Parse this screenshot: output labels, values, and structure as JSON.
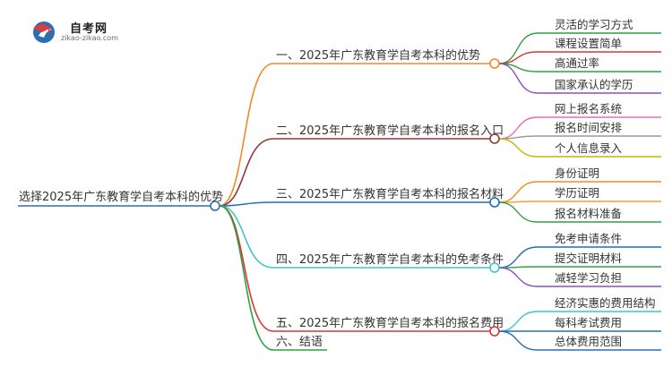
{
  "logo": {
    "name": "自考网",
    "url": "zikao-zikao.com"
  },
  "root": {
    "label": "选择2025年广东教育学自考本科的优势",
    "color": "#2b6fb3"
  },
  "branches": [
    {
      "label": "一、2025年广东教育学自考本科的优势",
      "color": "#f08a24",
      "children": [
        {
          "label": "灵活的学习方式",
          "color": "#2ea043"
        },
        {
          "label": "课程设置简单",
          "color": "#d93636"
        },
        {
          "label": "高通过率",
          "color": "#2ea043"
        },
        {
          "label": "国家承认的学历",
          "color": "#8a4fc7"
        }
      ]
    },
    {
      "label": "二、2025年广东教育学自考本科的报名入口",
      "color": "#8b3a3a",
      "children": [
        {
          "label": "网上报名系统",
          "color": "#e86ab7"
        },
        {
          "label": "报名时间安排",
          "color": "#9a9a9a"
        },
        {
          "label": "个人信息录入",
          "color": "#c6b800"
        }
      ]
    },
    {
      "label": "三、2025年广东教育学自考本科的报名材料",
      "color": "#1e6fbf",
      "children": [
        {
          "label": "身份证明",
          "color": "#f08a24"
        },
        {
          "label": "学历证明",
          "color": "#f0a030"
        },
        {
          "label": "报名材料准备",
          "color": "#2ea043"
        }
      ]
    },
    {
      "label": "四、2025年广东教育学自考本科的免考条件",
      "color": "#3cc6c6",
      "children": [
        {
          "label": "免考申请条件",
          "color": "#1e6fbf"
        },
        {
          "label": "提交证明材料",
          "color": "#2ea043"
        },
        {
          "label": "减轻学习负担",
          "color": "#8a4fc7"
        }
      ]
    },
    {
      "label": "五、2025年广东教育学自考本科的报名费用",
      "color": "#d93636",
      "children": [
        {
          "label": "经济实惠的费用结构",
          "color": "#3cc6c6"
        },
        {
          "label": "每科考试费用",
          "color": "#2b6fb3"
        },
        {
          "label": "总体费用范围",
          "color": "#2b6fb3"
        }
      ]
    },
    {
      "label": "六、结语",
      "color": "#2ea043",
      "children": []
    }
  ]
}
